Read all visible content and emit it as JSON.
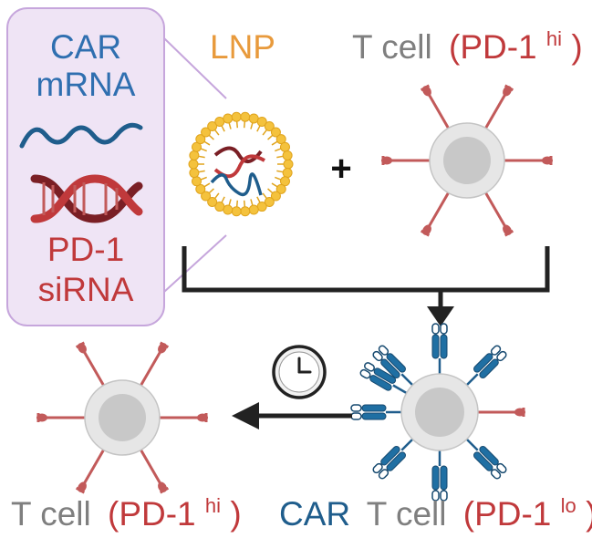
{
  "colors": {
    "blue": "#2f6fb0",
    "dark_blue": "#1f5d8c",
    "red": "#c0393b",
    "dark_red": "#7a1f25",
    "orange": "#e89a3c",
    "gray_text": "#7f7f7f",
    "lipid": "#f4c23d",
    "lipid_stroke": "#e0a41d",
    "panel_fill": "#efe4f5",
    "panel_stroke": "#c6a6dc",
    "receptor": "#c25a5a",
    "cell_outer": "#e6e6e6",
    "cell_nucleus": "#c8c8c8",
    "arrow": "#222222"
  },
  "panel": {
    "line1": "CAR",
    "line2": "mRNA",
    "line3": "PD-1",
    "line4": "siRNA"
  },
  "lnp_label": "LNP",
  "plus": "+",
  "top_cell": {
    "prefix": "T cell",
    "paren": "(PD-1",
    "sup": "hi",
    "close": ")"
  },
  "car_cell": {
    "car": "CAR",
    "mid": "T cell",
    "paren": "(PD-1",
    "sup": "lo",
    "close": ")"
  },
  "left_cell": {
    "prefix": "T cell",
    "paren": "(PD-1",
    "sup": "hi",
    "close": ")"
  },
  "icons": [
    "mrna-wave-icon",
    "dna-helix-icon",
    "clock-icon",
    "lipid-nanoparticle-icon"
  ]
}
